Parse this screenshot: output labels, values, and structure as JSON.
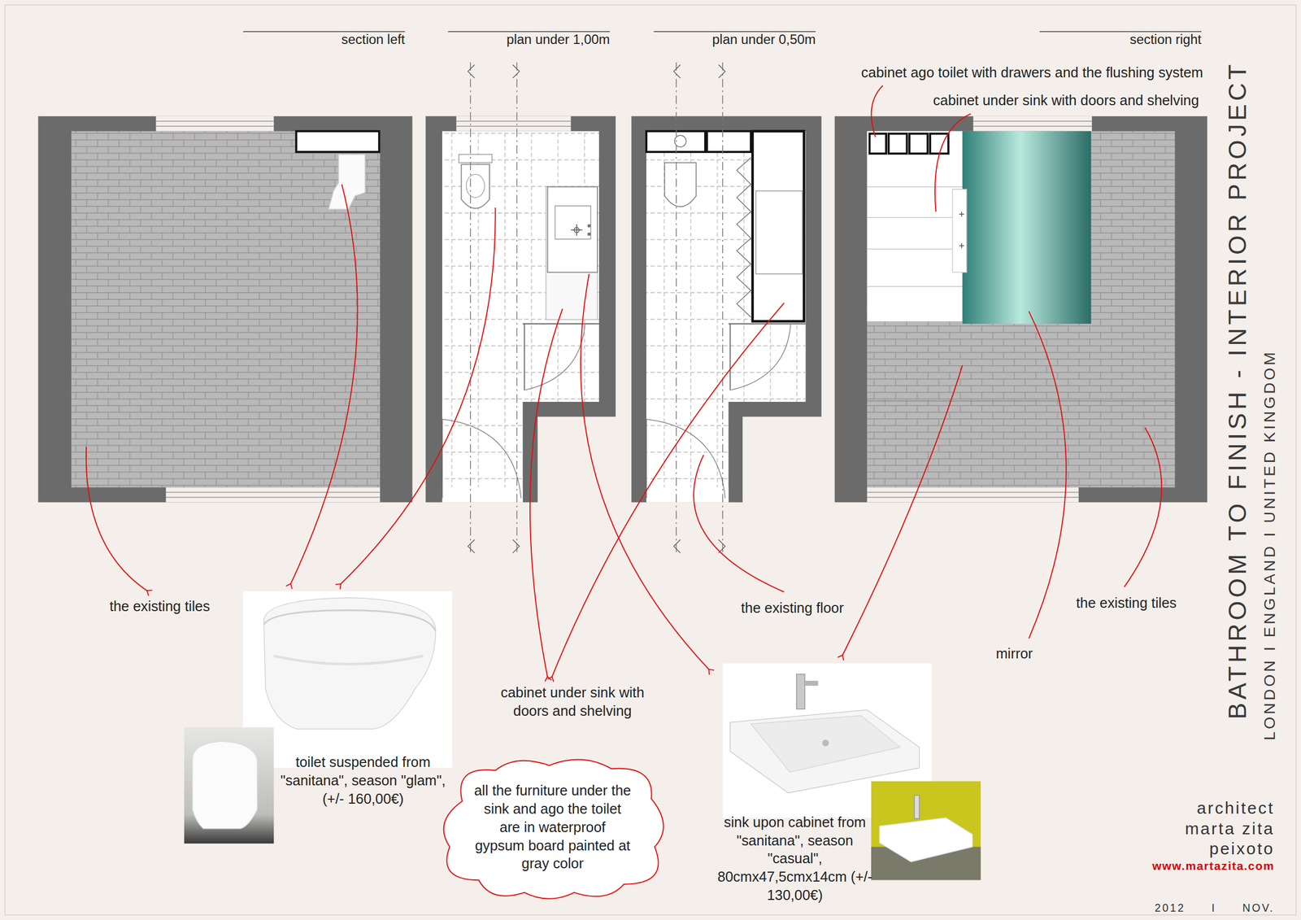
{
  "diagram": {
    "title": "BATHROOM TO FINISH - INTERIOR PROJECT",
    "nodes": [
      {
        "text": [
          "all the furniture under the sink and ago the toilet are in waterproof gypsum board painted at gray color"
        ]
      }
    ],
    "labels": [
      "section left",
      "plan under 1,00m",
      "plan under 0,50m",
      "section right",
      "cabinet ago toilet with drawers and the flushing system",
      "cabinet under sink with doors and shelving",
      "the existing tiles",
      "the existing floor",
      "the existing tiles",
      "mirror",
      "cabinet under sink with doors and shelving",
      "toilet suspended from \"sanitana\", season \"glam\", (+/- 160,00€)",
      "sink upon cabinet from \"sanitana\", season \"casual\", 80cmx47,5cmx14cm (+/- 130,00€)",
      "LONDON I ENGLAND I UNITED KINGDOM",
      "architect",
      "marta zita",
      "peixoto",
      "www.martazita.com",
      "2012 I NOV."
    ]
  }
}
